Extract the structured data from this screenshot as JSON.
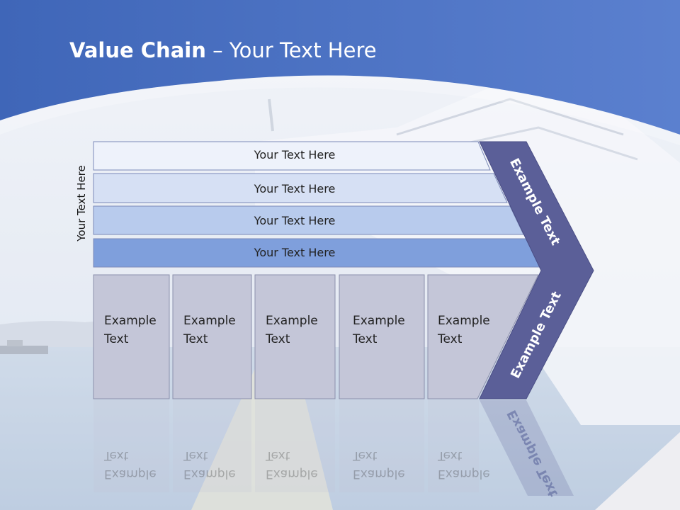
{
  "title": {
    "bold": "Value Chain",
    "rest": " – Your Text Here"
  },
  "side_label": "Your Text Here",
  "bars": [
    {
      "label": "Your Text Here"
    },
    {
      "label": "Your Text Here"
    },
    {
      "label": "Your Text Here"
    },
    {
      "label": "Your Text Here"
    }
  ],
  "columns": [
    {
      "label": "Example\nText"
    },
    {
      "label": "Example\nText"
    },
    {
      "label": "Example\nText"
    },
    {
      "label": "Example\nText"
    },
    {
      "label": "Example\nText"
    }
  ],
  "chevron": {
    "upper_label": "Example Text",
    "lower_label": "Example Text"
  },
  "colors": {
    "header_blue": "#4a72c2",
    "chevron_fill": "#5b5f98",
    "bar1": "#eef2fb",
    "bar2": "#d6e0f4",
    "bar3": "#b8cbed",
    "bar4": "#7f9fdc",
    "column_fill": "#c4c6d8"
  }
}
